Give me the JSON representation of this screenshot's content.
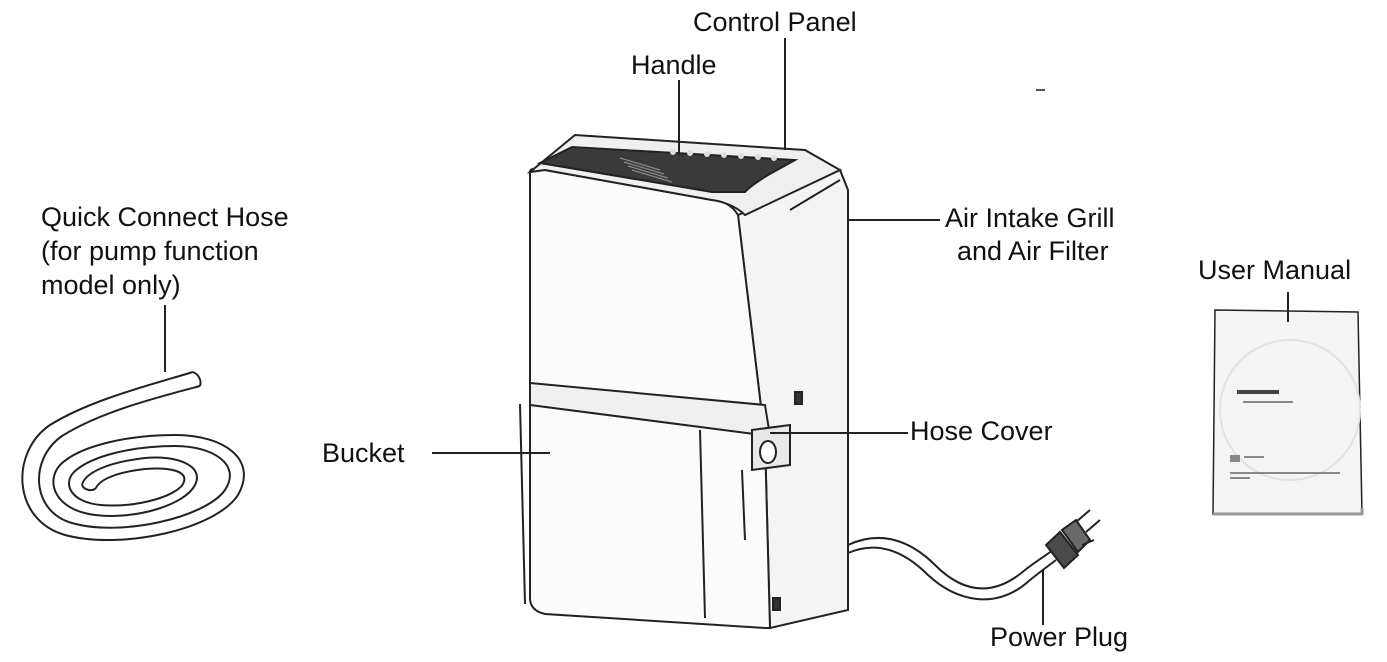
{
  "labels": {
    "control_panel": "Control Panel",
    "handle": "Handle",
    "quick_connect_hose_line1": "Quick Connect Hose",
    "quick_connect_hose_line2": "(for pump function",
    "quick_connect_hose_line3": "model only)",
    "air_intake_line1": "Air Intake Grill",
    "air_intake_line2": "and Air Filter",
    "user_manual": "User Manual",
    "bucket": "Bucket",
    "hose_cover": "Hose Cover",
    "power_plug": "Power Plug"
  },
  "colors": {
    "line": "#222222",
    "panel_dark": "#3a3a3a",
    "body_fill": "#fbfbfb",
    "manual_fill": "#f4f4f4"
  }
}
